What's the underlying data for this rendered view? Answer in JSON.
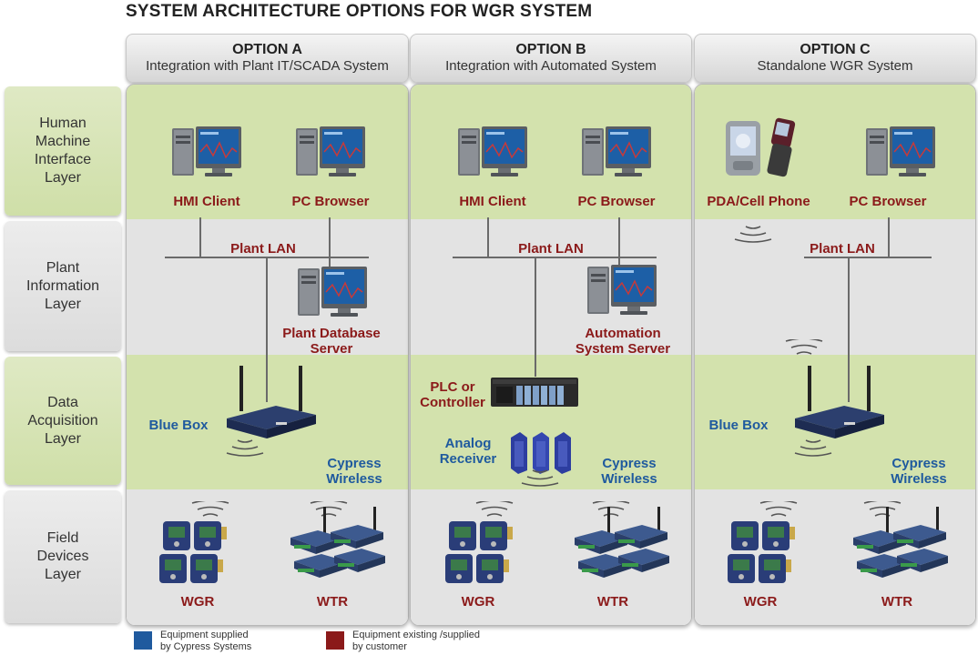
{
  "title": "SYSTEM ARCHITECTURE OPTIONS FOR WGR SYSTEM",
  "options": [
    {
      "name": "OPTION A",
      "desc": "Integration with Plant IT/SCADA System"
    },
    {
      "name": "OPTION B",
      "desc": "Integration with Automated System"
    },
    {
      "name": "OPTION C",
      "desc": "Standalone WGR System"
    }
  ],
  "layers": [
    {
      "label": "Human\nMachine\nInterface\nLayer"
    },
    {
      "label": "Plant\nInformation\nLayer"
    },
    {
      "label": "Data\nAcquisition\nLayer"
    },
    {
      "label": "Field\nDevices\nLayer"
    }
  ],
  "colA": {
    "hmi_client": "HMI Client",
    "pc_browser": "PC Browser",
    "plant_lan": "Plant LAN",
    "db_server": "Plant Database\nServer",
    "blue_box": "Blue Box",
    "cypress": "Cypress\nWireless",
    "wgr": "WGR",
    "wtr": "WTR"
  },
  "colB": {
    "hmi_client": "HMI Client",
    "pc_browser": "PC Browser",
    "plant_lan": "Plant LAN",
    "auto_server": "Automation\nSystem Server",
    "plc": "PLC or\nController",
    "analog": "Analog\nReceiver",
    "cypress": "Cypress\nWireless",
    "wgr": "WGR",
    "wtr": "WTR"
  },
  "colC": {
    "pda": "PDA/Cell Phone",
    "pc_browser": "PC Browser",
    "plant_lan": "Plant LAN",
    "blue_box": "Blue Box",
    "cypress": "Cypress\nWireless",
    "wgr": "WGR",
    "wtr": "WTR"
  },
  "legend": {
    "blue_text": "Equipment supplied\nby Cypress Systems",
    "red_text": "Equipment existing /supplied\nby customer",
    "blue_color": "#1f5a9e",
    "red_color": "#8b1a1a"
  },
  "colors": {
    "green_band": "#d3e2ad",
    "gray_band": "#e3e3e3"
  }
}
